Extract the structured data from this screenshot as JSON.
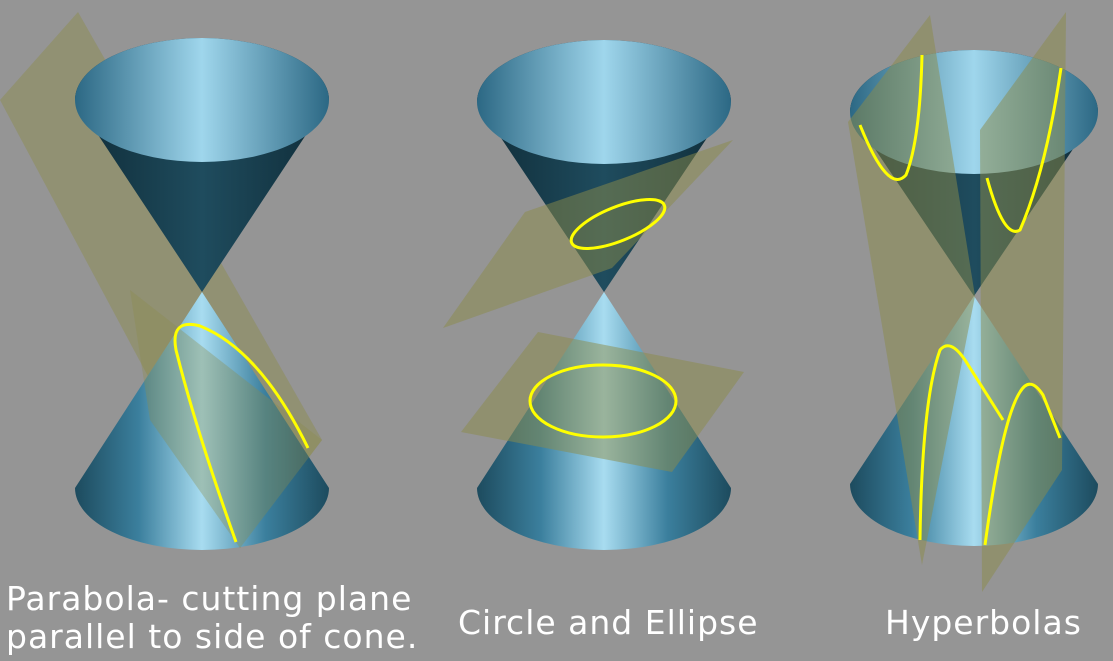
{
  "captions": {
    "parabola_line1": "Parabola- cutting plane",
    "parabola_line2": "parallel to side of cone.",
    "circle_ellipse": "Circle and Ellipse",
    "hyperbolas": "Hyperbolas"
  },
  "colors": {
    "background": "#959595",
    "cone_light": "#a8dcf0",
    "cone_mid": "#3a7e9c",
    "cone_dark": "#163746",
    "plane": "#8c8c4a",
    "curve": "#ffff00"
  }
}
